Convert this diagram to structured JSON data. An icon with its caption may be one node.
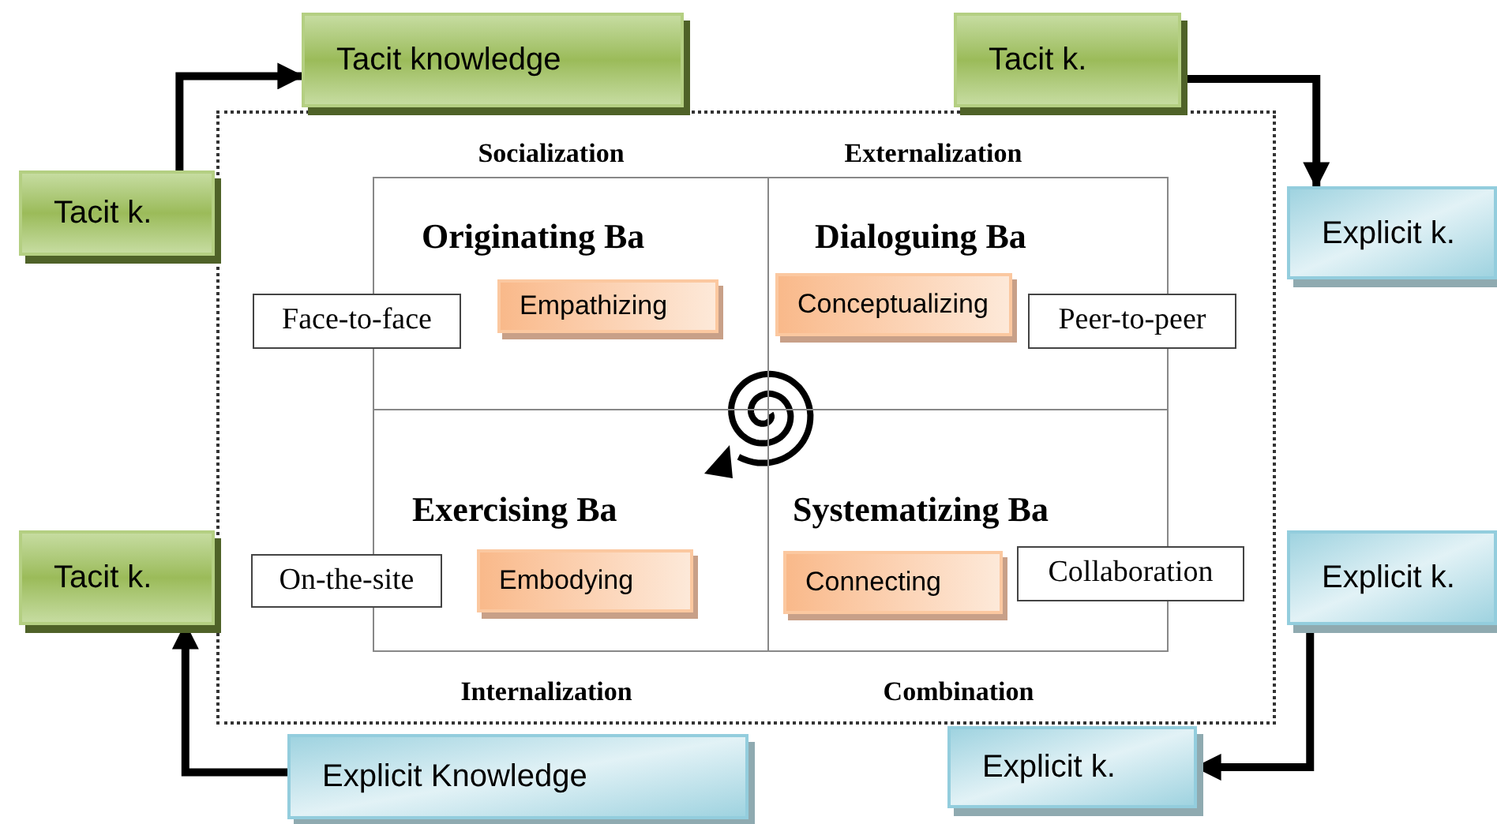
{
  "diagram": {
    "nodes": [
      {
        "text": [
          "Tacit k."
        ]
      },
      {
        "text": [
          "Tacit knowledge"
        ]
      },
      {
        "text": [
          "Tacit k."
        ]
      },
      {
        "text": [
          "Explicit k."
        ]
      },
      {
        "text": [
          "Explicit k."
        ]
      },
      {
        "text": [
          "Explicit k."
        ]
      },
      {
        "text": [
          "Explicit Knowledge"
        ]
      },
      {
        "text": [
          "Tacit k."
        ]
      },
      {
        "text": [
          "Originating Ba"
        ]
      },
      {
        "text": [
          "Empathizing"
        ],
        "in": 8
      },
      {
        "text": [
          "Face-to-face"
        ]
      },
      {
        "text": [
          "Dialoguing Ba"
        ]
      },
      {
        "text": [
          "Conceptualizing"
        ],
        "in": 11
      },
      {
        "text": [
          "Peer-to-peer"
        ]
      },
      {
        "text": [
          "Exercising Ba"
        ]
      },
      {
        "text": [
          "Embodying"
        ],
        "in": 14
      },
      {
        "text": [
          "On-the-site"
        ]
      },
      {
        "text": [
          "Systematizing Ba"
        ]
      },
      {
        "text": [
          "Connecting"
        ],
        "in": 17
      },
      {
        "text": [
          "Collaboration"
        ]
      }
    ],
    "edges": [
      {
        "from": 0,
        "to": 1,
        "arrow": "to"
      },
      {
        "from": 2,
        "to": 3,
        "arrow": "to"
      },
      {
        "from": 4,
        "to": 5,
        "arrow": "to"
      },
      {
        "from": 6,
        "to": 7,
        "arrow": "to"
      }
    ],
    "labels": [
      "Socialization",
      "Externalization",
      "Internalization",
      "Combination"
    ]
  }
}
